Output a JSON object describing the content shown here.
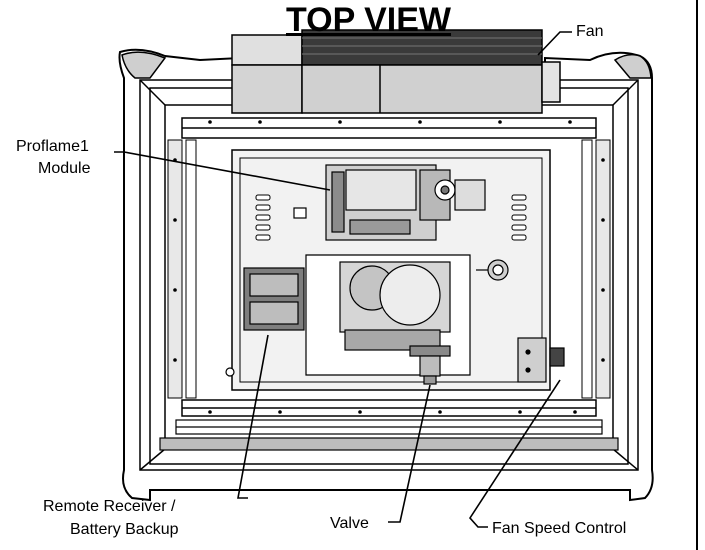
{
  "diagram": {
    "title": "TOP VIEW",
    "labels": {
      "fan": "Fan",
      "module_line1": "Proflame1",
      "module_line2": "Module",
      "receiver_line1": "Remote Receiver /",
      "receiver_line2": "Battery Backup",
      "valve": "Valve",
      "fan_speed": "Fan Speed Control"
    }
  }
}
